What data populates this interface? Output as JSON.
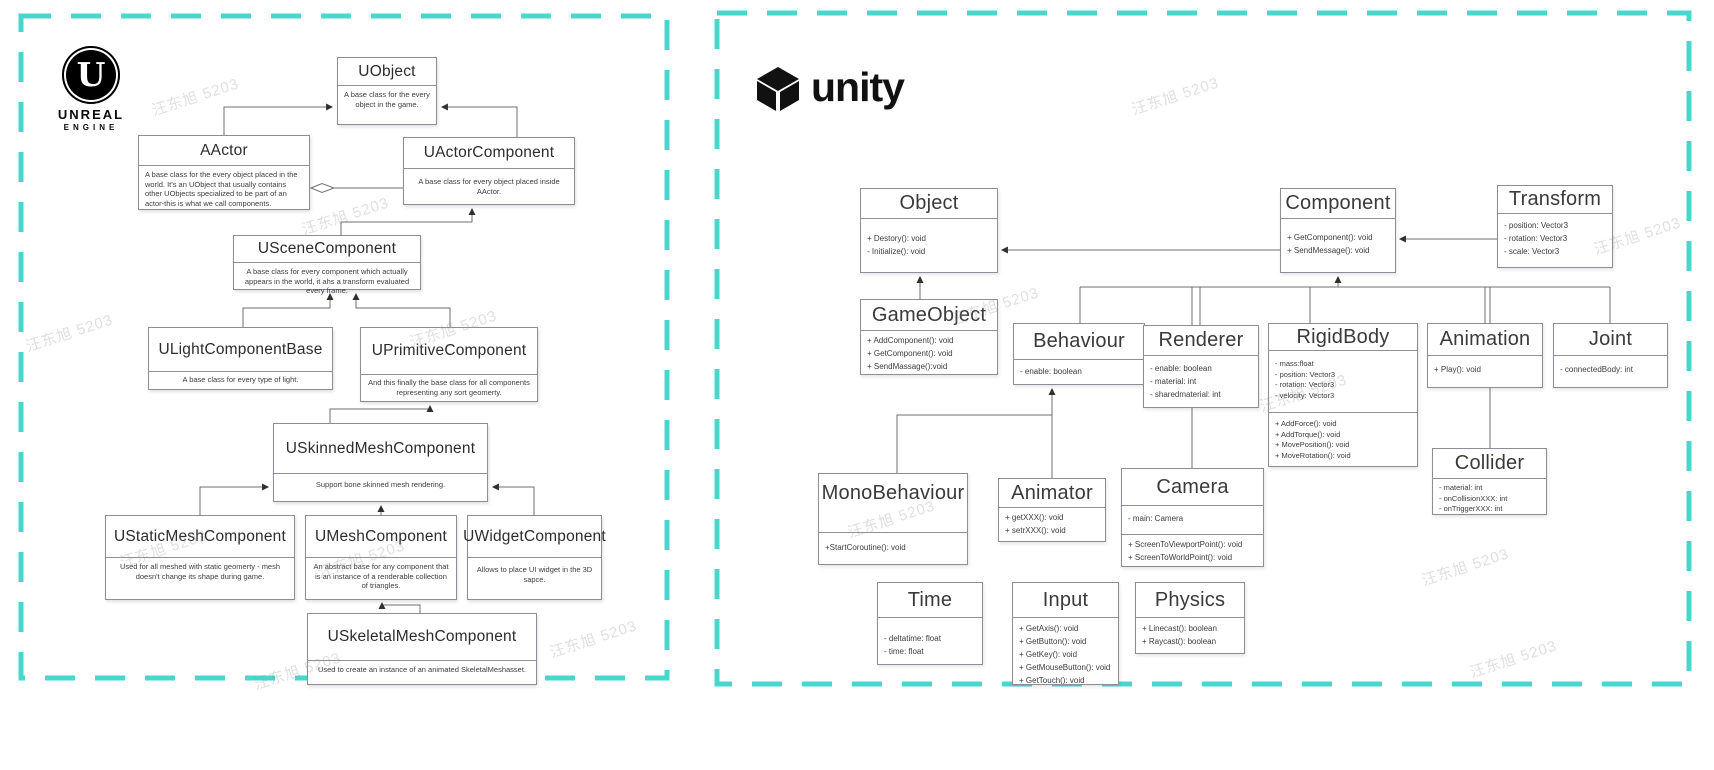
{
  "watermark": {
    "text": "汪东旭 5203"
  },
  "colors": {
    "panel_border": "#49d6cd",
    "line": "#6f6f6f",
    "arrow": "#2f2f2f"
  },
  "unreal": {
    "logo": {
      "initial": "U",
      "line1": "UNREAL",
      "line2": "ENGINE"
    },
    "classes": [
      {
        "title": "UObject",
        "description": "A base class for the every object in the game."
      },
      {
        "title": "AActor",
        "description": "A base class for the every object placed in the world. It's an UObject that usually contains other UObjects specialized to be part of an actor-this is what we call components."
      },
      {
        "title": "UActorComponent",
        "description": "A base class for every object placed inside AActor."
      },
      {
        "title": "USceneComponent",
        "description": "A base class for every component which actually appears in the world, it ahs a transform evaluated every frame."
      },
      {
        "title": "ULightComponentBase",
        "description": "A base class for every type of light."
      },
      {
        "title": "UPrimitiveComponent",
        "description": "And this finally the base class for all components representing any sort geomerty."
      },
      {
        "title": "USkinnedMeshComponent",
        "description": "Support bone skinned mesh rendering."
      },
      {
        "title": "UStaticMeshComponent",
        "description": "Used for all meshed with static geomerty - mesh doesn't change its shape during game."
      },
      {
        "title": "UMeshComponent",
        "description": "An abstract base for any component that is an instance of a renderable collection of triangles."
      },
      {
        "title": "UWidgetComponent",
        "description": "Allows to place UI widget in the 3D sapce."
      },
      {
        "title": "USkeletalMeshComponent",
        "description": "Used to create an instance of an animated SkeletalMeshasset."
      }
    ]
  },
  "unity": {
    "logo": {
      "brand": "unity"
    },
    "classes": [
      {
        "title": "Object",
        "sections": [
          [
            "+  Destory(): void",
            "-  Initialize(): void"
          ]
        ]
      },
      {
        "title": "Component",
        "sections": [
          [
            "+  GetComponent(): void",
            "+  SendMessage(): void"
          ]
        ]
      },
      {
        "title": "Transform",
        "sections": [
          [
            "- position: Vector3",
            "- rotation: Vector3",
            "- scale: Vector3"
          ]
        ]
      },
      {
        "title": "GameObject",
        "sections": [
          [
            "+ AddComponent(): void",
            "+ GetComponent(): void",
            "+ SendMassage():void"
          ]
        ]
      },
      {
        "title": "Behaviour",
        "sections": [
          [
            "- enable: boolean"
          ]
        ]
      },
      {
        "title": "Renderer",
        "sections": [
          [
            "- enable: boolean",
            "- material: int",
            "- sharedmaterial: int"
          ]
        ]
      },
      {
        "title": "RigidBody",
        "sections": [
          [
            "- mass:float",
            "- position: Vector3",
            "- rotation: Vector3",
            "- velocity: Vector3"
          ],
          [
            "+ AddForce(): void",
            "+ AddTorque(): void",
            "+ MovePosition(): void",
            "+ MoveRotation(): void"
          ]
        ]
      },
      {
        "title": "Animation",
        "sections": [
          [
            "+ Play(): void"
          ]
        ]
      },
      {
        "title": "Joint",
        "sections": [
          [
            "- connectedBody: int"
          ]
        ]
      },
      {
        "title": "MonoBehaviour",
        "sections": [
          [
            "+StartCoroutine(): void"
          ]
        ]
      },
      {
        "title": "Animator",
        "sections": [
          [
            "+ getXXX(): void",
            "+ setrXXX(): void"
          ]
        ]
      },
      {
        "title": "Camera",
        "sections": [
          [
            "- main: Camera"
          ],
          [
            "+ ScreenToViewportPoint(): void",
            "+ ScreenToWorldPoint(): void"
          ]
        ]
      },
      {
        "title": "Collider",
        "sections": [
          [
            "- material: int",
            "- onCollisionXXX: int",
            "- onTriggerXXX: int"
          ]
        ]
      },
      {
        "title": "Time",
        "sections": [
          [
            "- deltatime: float",
            "- time: float"
          ]
        ]
      },
      {
        "title": "Input",
        "sections": [
          [
            "+ GetAxis(): void",
            "+ GetButton(): void",
            "+ GetKey(): void",
            "+ GetMouseButton(): void",
            "+ GetTouch(): void"
          ]
        ]
      },
      {
        "title": "Physics",
        "sections": [
          [
            "+ Linecast(): boolean",
            "+ Raycast(): boolean"
          ]
        ]
      }
    ]
  }
}
